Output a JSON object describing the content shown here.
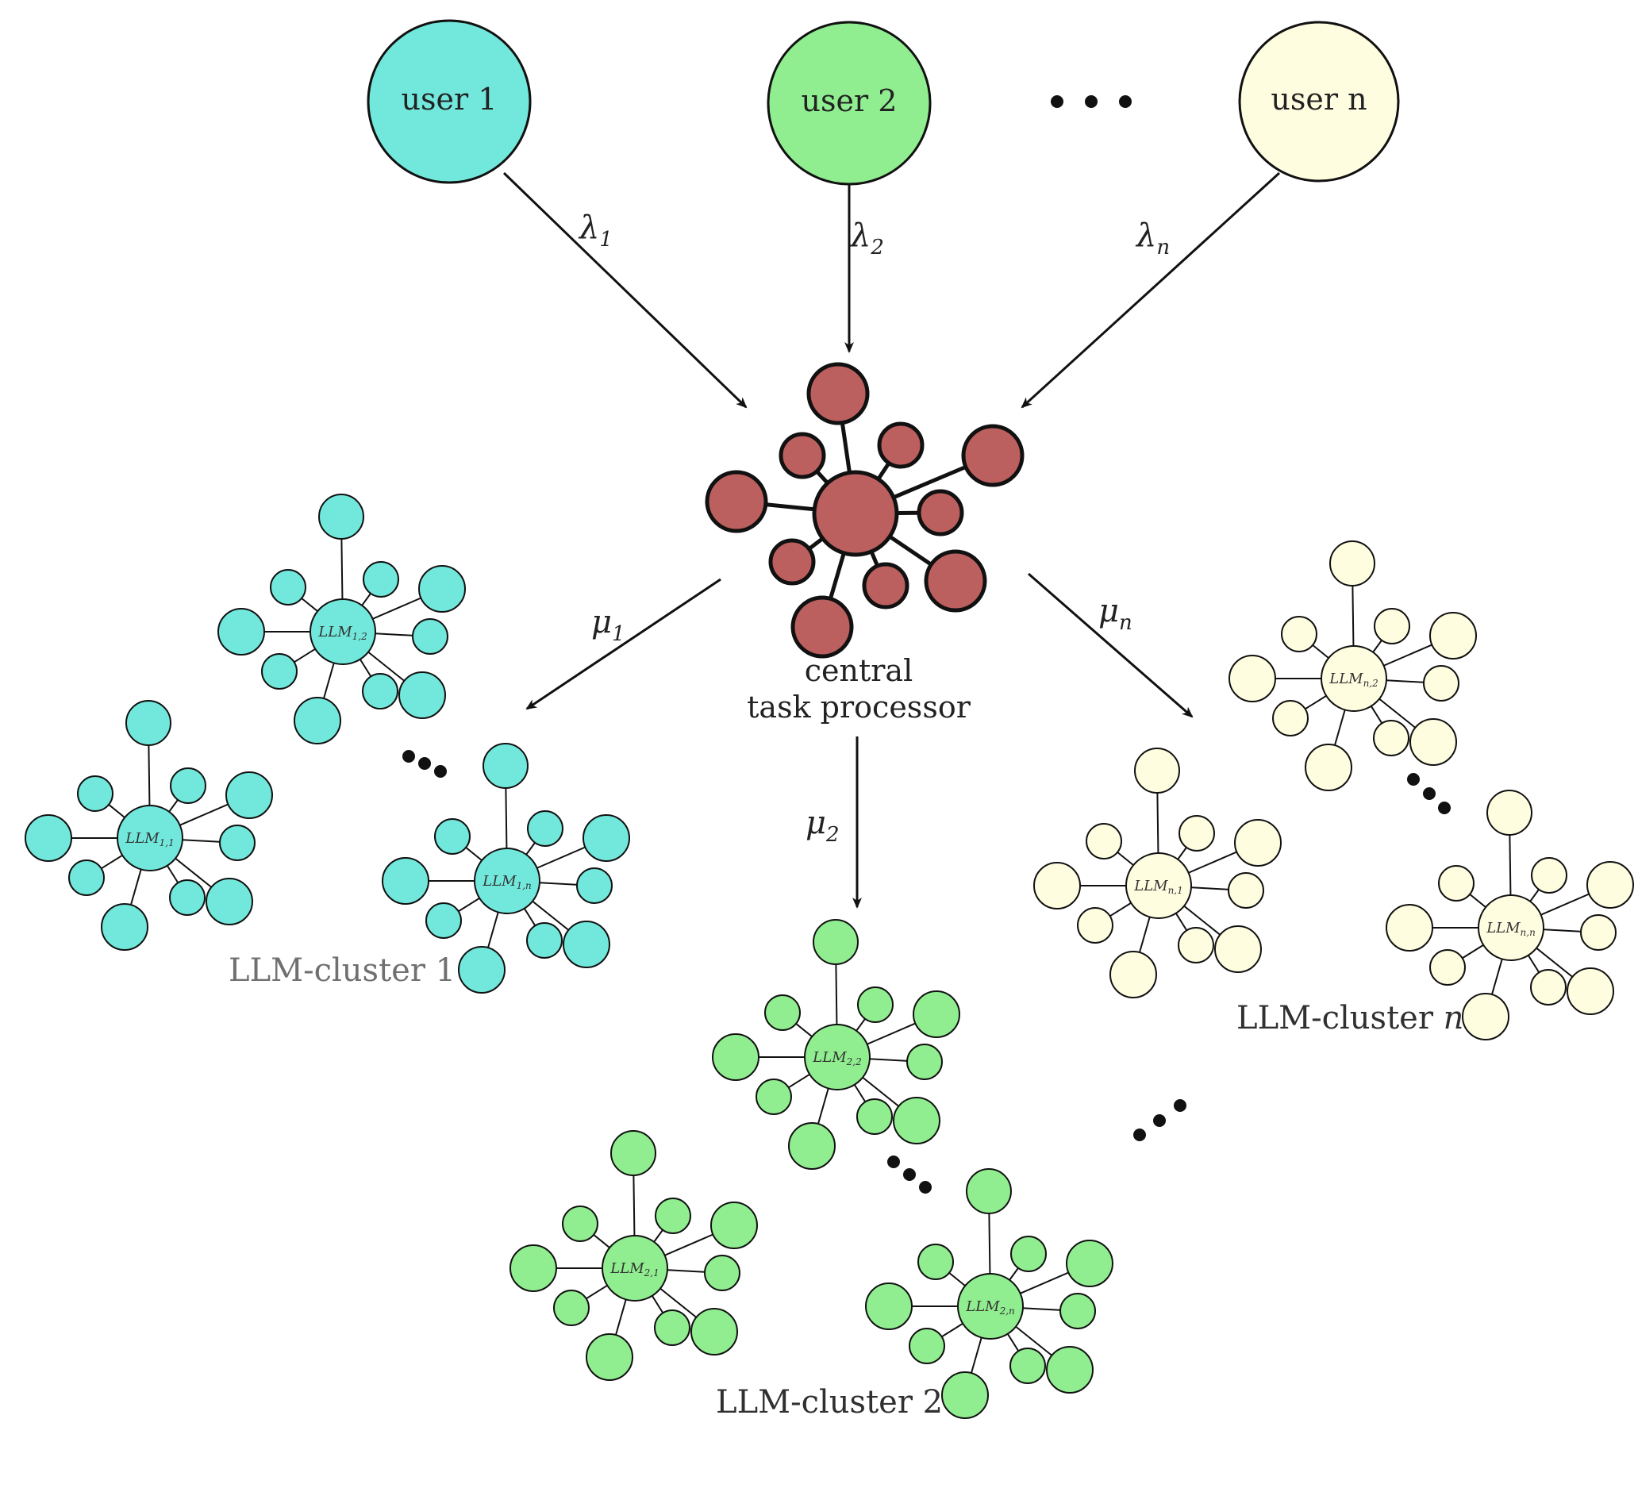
{
  "users": [
    {
      "label": "user 1",
      "rate_symbol": "λ",
      "rate_sub": "1",
      "color": "#72e8dc"
    },
    {
      "label": "user 2",
      "rate_symbol": "λ",
      "rate_sub": "2",
      "color": "#90ee90"
    },
    {
      "label": "user n",
      "rate_symbol": "λ",
      "rate_sub": "n",
      "color": "#fffde0"
    }
  ],
  "processor": {
    "line1": "central",
    "line2": "task processor",
    "color": "#bc5f5f"
  },
  "service_rates": [
    {
      "symbol": "μ",
      "sub": "1"
    },
    {
      "symbol": "μ",
      "sub": "2"
    },
    {
      "symbol": "μ",
      "sub": "n"
    }
  ],
  "clusters": [
    {
      "label": "LLM-cluster 1",
      "color": "#72e8dc",
      "label_color": "#707070",
      "nodes": [
        "LLM1,2",
        "LLM1,1",
        "LLM1,n"
      ]
    },
    {
      "label": "LLM-cluster 2",
      "color": "#90ee90",
      "label_color": "#303030",
      "nodes": [
        "LLM2,2",
        "LLM2,1",
        "LLM2,n"
      ]
    },
    {
      "label": "LLM-cluster n",
      "color": "#fffde0",
      "label_color": "#303030",
      "nodes": [
        "LLMn,2",
        "LLMn,1",
        "LLMn,n"
      ]
    }
  ],
  "ellipsis": "…"
}
